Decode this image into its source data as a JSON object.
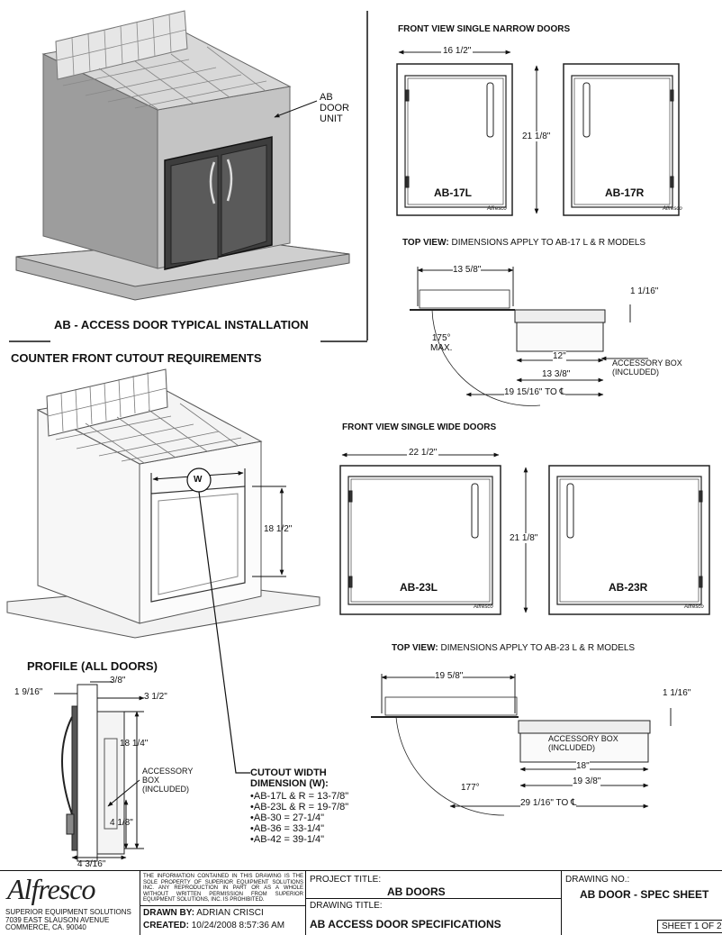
{
  "install": {
    "callout": [
      "AB",
      "DOOR",
      "UNIT"
    ],
    "caption": "AB - ACCESS DOOR TYPICAL INSTALLATION"
  },
  "cutout": {
    "title": "COUNTER FRONT CUTOUT REQUIREMENTS",
    "w_marker": "W",
    "height_dim": "18 1/2\"",
    "width_title": [
      "CUTOUT WIDTH",
      "DIMENSION (W):"
    ],
    "widths": [
      "AB-17L & R = 13-7/8\"",
      "AB-23L & R = 19-7/8\"",
      "AB-30 = 27-1/4\"",
      "AB-36 = 33-1/4\"",
      "AB-42 = 39-1/4\""
    ]
  },
  "profile": {
    "title": "PROFILE (ALL DOORS)",
    "dims": {
      "a": "1 9/16\"",
      "b": "3/8\"",
      "c": "3 1/2\"",
      "d": "18 1/4\"",
      "e": "4 1/8\"",
      "f": "4 3/16\""
    },
    "accessory": [
      "ACCESSORY",
      "BOX",
      "(INCLUDED)"
    ]
  },
  "narrow": {
    "title": "FRONT VIEW SINGLE NARROW DOORS",
    "width_dim": "16 1/2\"",
    "height_dim": "21 1/8\"",
    "left_model": "AB-17L",
    "right_model": "AB-17R",
    "brand_mark": "Alfresco",
    "top_title_bold": "TOP VIEW:",
    "top_title_rest": " DIMENSIONS APPLY TO AB-17 L & R MODELS",
    "top_dims": {
      "depth": "13 5/8\"",
      "lip": "1 1/16\"",
      "angle": "175°",
      "angle_label": "MAX.",
      "box": "12\"",
      "box_total": "13 3/8\"",
      "to_cl": "19 15/16\" TO ℄"
    },
    "accessory": [
      "ACCESSORY BOX",
      "(INCLUDED)"
    ]
  },
  "wide": {
    "title": "FRONT VIEW SINGLE WIDE DOORS",
    "width_dim": "22 1/2\"",
    "height_dim": "21 1/8\"",
    "left_model": "AB-23L",
    "right_model": "AB-23R",
    "brand_mark": "Alfresco",
    "top_title_bold": "TOP VIEW:",
    "top_title_rest": " DIMENSIONS APPLY TO AB-23 L & R MODELS",
    "top_dims": {
      "depth": "19 5/8\"",
      "lip": "1 1/16\"",
      "angle": "177°",
      "box": "18\"",
      "box_total": "19 3/8\"",
      "to_cl": "29 1/16\" TO ℄"
    },
    "accessory": [
      "ACCESSORY BOX",
      "(INCLUDED)"
    ]
  },
  "title_block": {
    "logo": "Alfresco",
    "company": [
      "SUPERIOR EQUIPMENT SOLUTIONS",
      "7039 EAST SLAUSON AVENUE",
      "COMMERCE, CA. 90040"
    ],
    "legal": "THE INFORMATION CONTAINED IN THIS DRAWING IS THE SOLE PROPERTY OF SUPERIOR EQUIPMENT SOLUTIONS INC. ANY REPRODUCTION IN PART OR AS A WHOLE WITHOUT WRITTEN PERMISSION FROM SUPERIOR EQUIPMENT SOLUTIONS, INC. IS PROHIBITED.",
    "drawn_by_label": "DRAWN BY:",
    "drawn_by": "ADRIAN CRISCI",
    "created_label": "CREATED:",
    "created": "10/24/2008 8:57:36 AM",
    "project_label": "PROJECT TITLE:",
    "project": "AB DOORS",
    "drawing_label": "DRAWING TITLE:",
    "drawing": "AB ACCESS DOOR SPECIFICATIONS",
    "drawing_no_label": "DRAWING NO.:",
    "drawing_no": "AB DOOR - SPEC SHEET",
    "sheet": "SHEET 1 OF 2"
  }
}
